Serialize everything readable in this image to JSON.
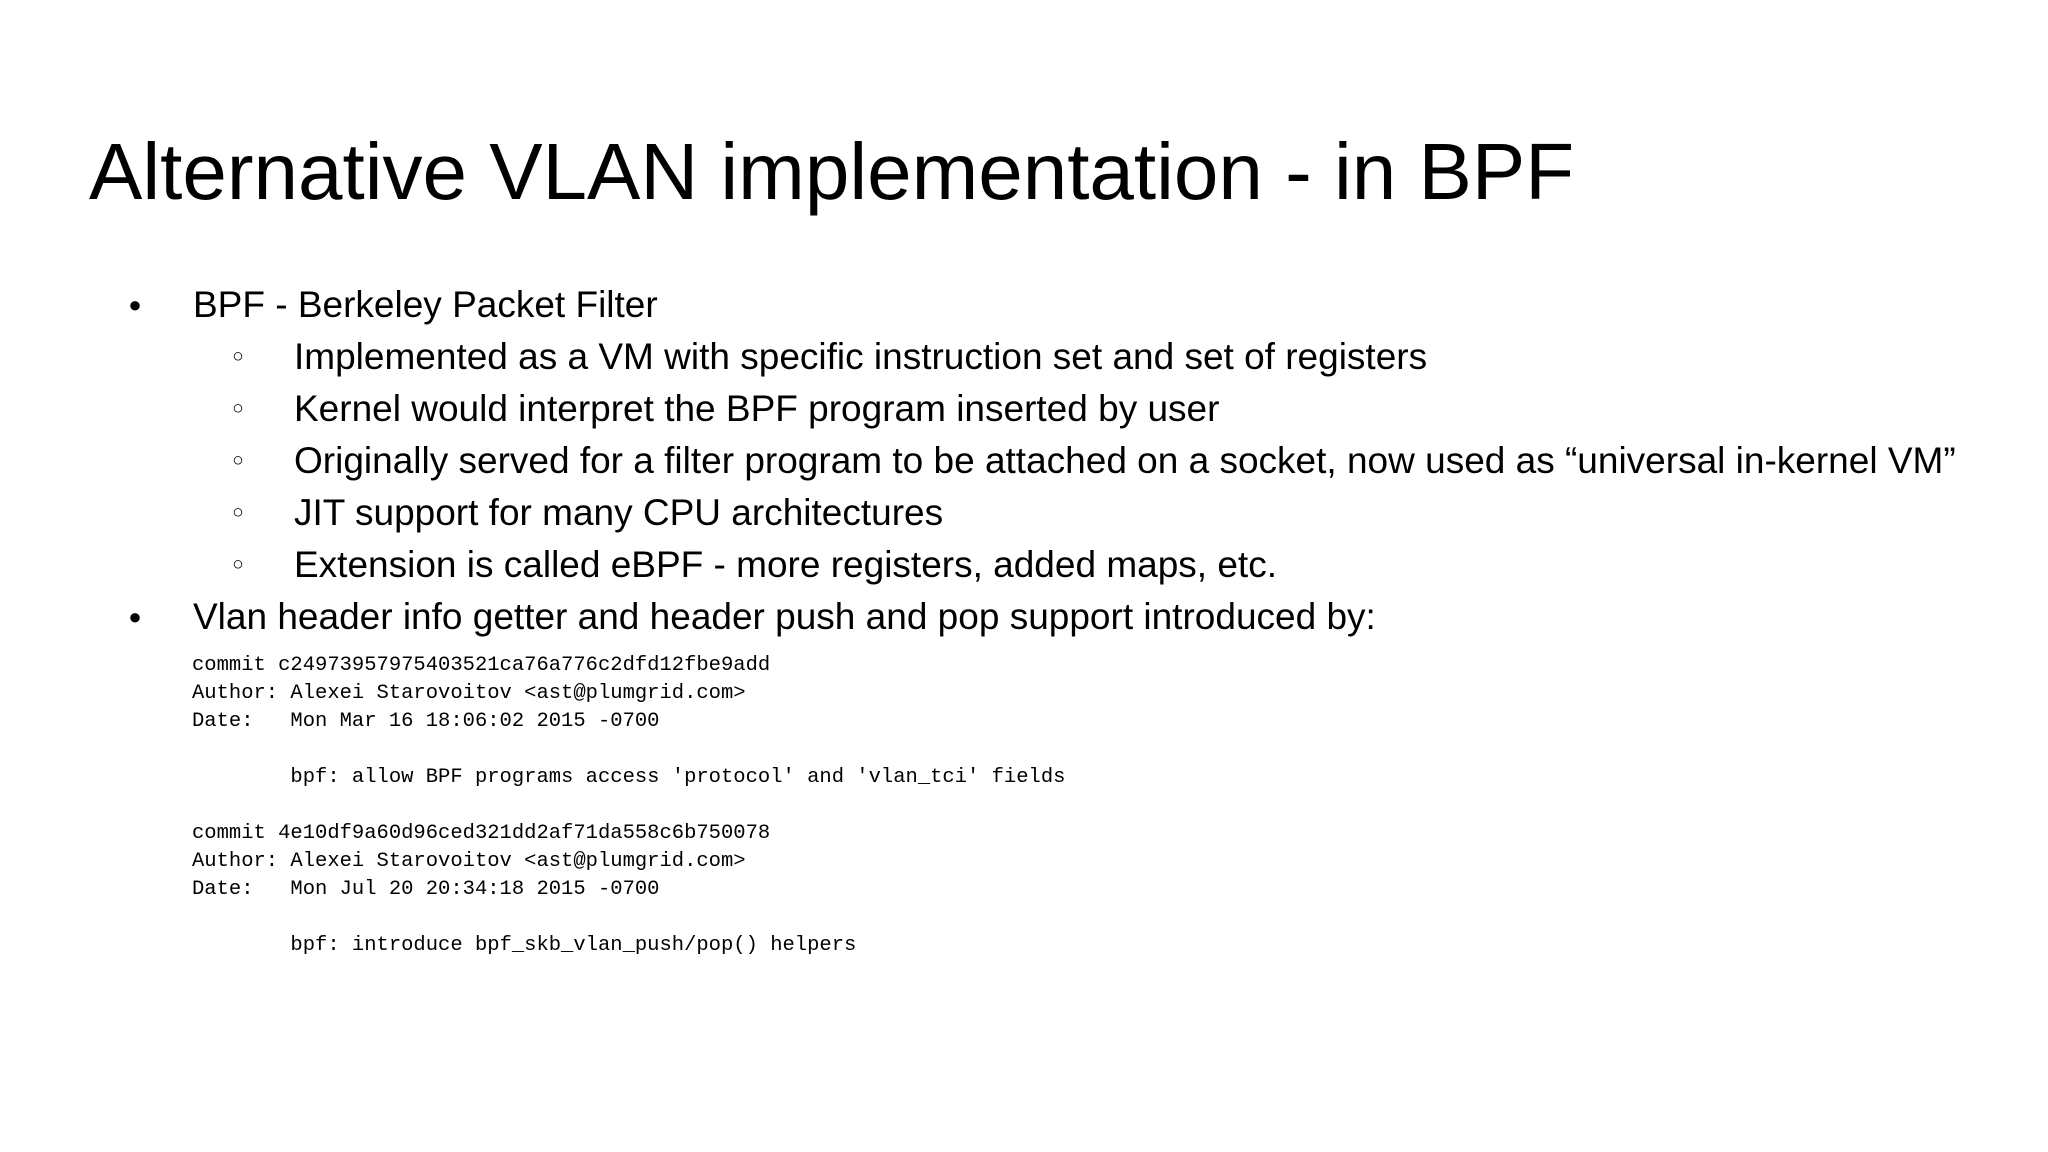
{
  "slide": {
    "title": "Alternative VLAN implementation - in BPF"
  },
  "colors": {
    "background": "#ffffff",
    "text": "#000000"
  },
  "icons": {
    "level1_bullet": "●",
    "level2_bullet": "○"
  },
  "bullets": [
    {
      "level": 1,
      "text": "BPF - Berkeley Packet Filter"
    },
    {
      "level": 2,
      "text": "Implemented as a VM with specific instruction set and set of registers"
    },
    {
      "level": 2,
      "text": "Kernel would interpret the BPF program inserted by user"
    },
    {
      "level": 2,
      "text": "Originally served for a filter program to be attached on a socket, now used as “universal in-kernel VM”"
    },
    {
      "level": 2,
      "text": "JIT support for many CPU architectures"
    },
    {
      "level": 2,
      "text": "Extension is called eBPF - more registers, added maps, etc."
    },
    {
      "level": 1,
      "text": "Vlan header info getter and header push and pop support introduced by:"
    }
  ],
  "commit_log": {
    "lines": [
      "commit c24973957975403521ca76a776c2dfd12fbe9add",
      "Author: Alexei Starovoitov <ast@plumgrid.com>",
      "Date:   Mon Mar 16 18:06:02 2015 -0700",
      "",
      "        bpf: allow BPF programs access 'protocol' and 'vlan_tci' fields",
      "",
      "commit 4e10df9a60d96ced321dd2af71da558c6b750078",
      "Author: Alexei Starovoitov <ast@plumgrid.com>",
      "Date:   Mon Jul 20 20:34:18 2015 -0700",
      "",
      "        bpf: introduce bpf_skb_vlan_push/pop() helpers"
    ]
  }
}
